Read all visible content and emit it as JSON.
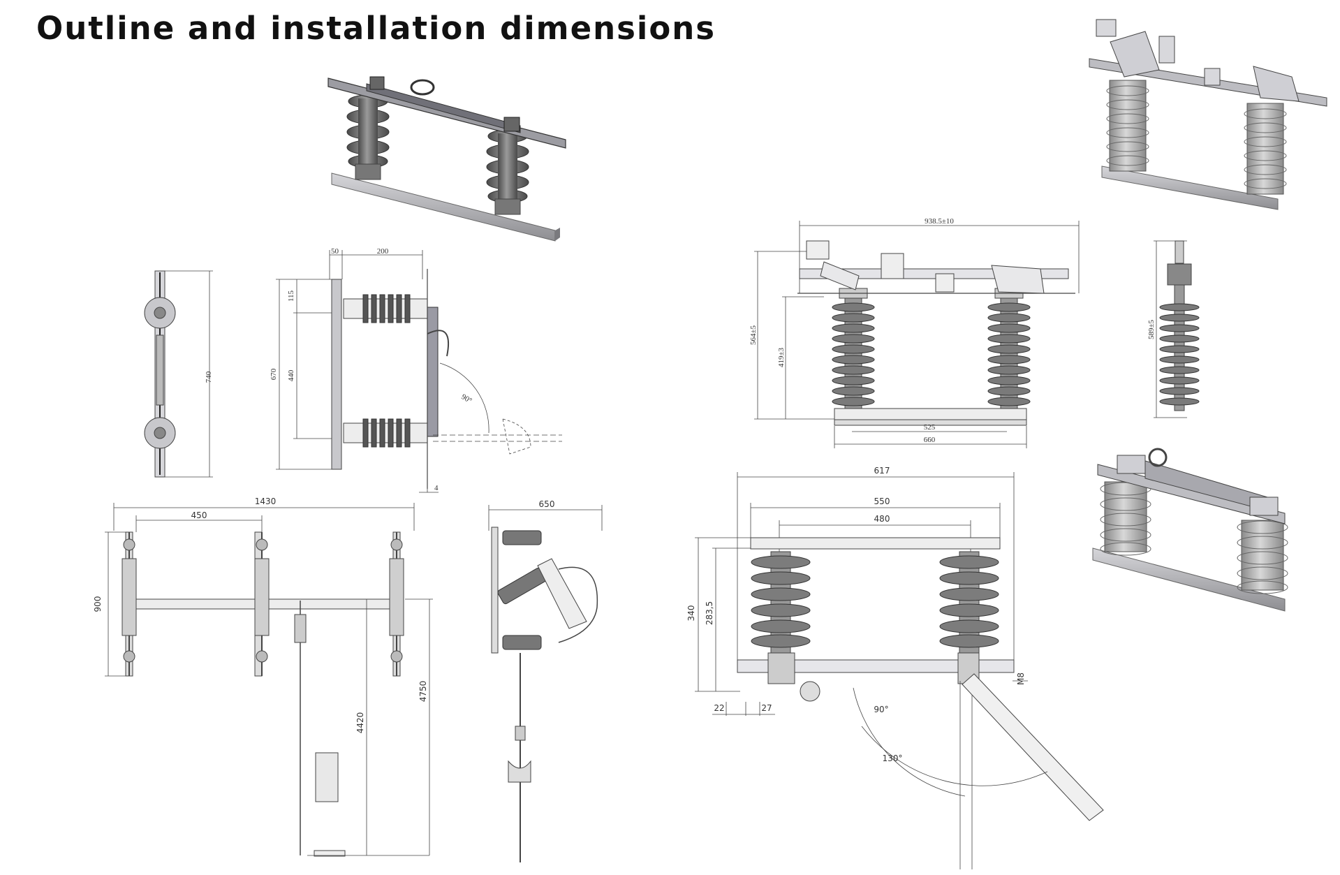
{
  "page": {
    "title": "Outline and installation dimensions"
  },
  "top_left_side": {
    "height": "740",
    "top_dim": "200",
    "top_left_dim": "50",
    "total_height": "670",
    "upper_gap": "115",
    "mid_gap": "440",
    "angle": "90°",
    "bottom_dim": "4"
  },
  "bottom_left_front": {
    "total_width": "1430",
    "pitch": "450",
    "height": "900",
    "pole_height": "4420",
    "total_height": "4750"
  },
  "bottom_left_side": {
    "width": "650"
  },
  "mid_right_front": {
    "span": "938.5±10",
    "height_outer": "564±5",
    "height_inner": "419±3",
    "base_inner": "525",
    "base_outer": "660"
  },
  "mid_right_side": {
    "height": "589±5"
  },
  "bottom_right": {
    "w617": "617",
    "w550": "550",
    "w480": "480",
    "h340": "340",
    "h283": "283,5",
    "d22": "22",
    "d27": "27",
    "m8": "M8",
    "a90": "90°",
    "a130": "130°"
  },
  "colors": {
    "insulator": "#6e6e6e",
    "frame_render": "#b8b8bc",
    "line": "#555555"
  }
}
